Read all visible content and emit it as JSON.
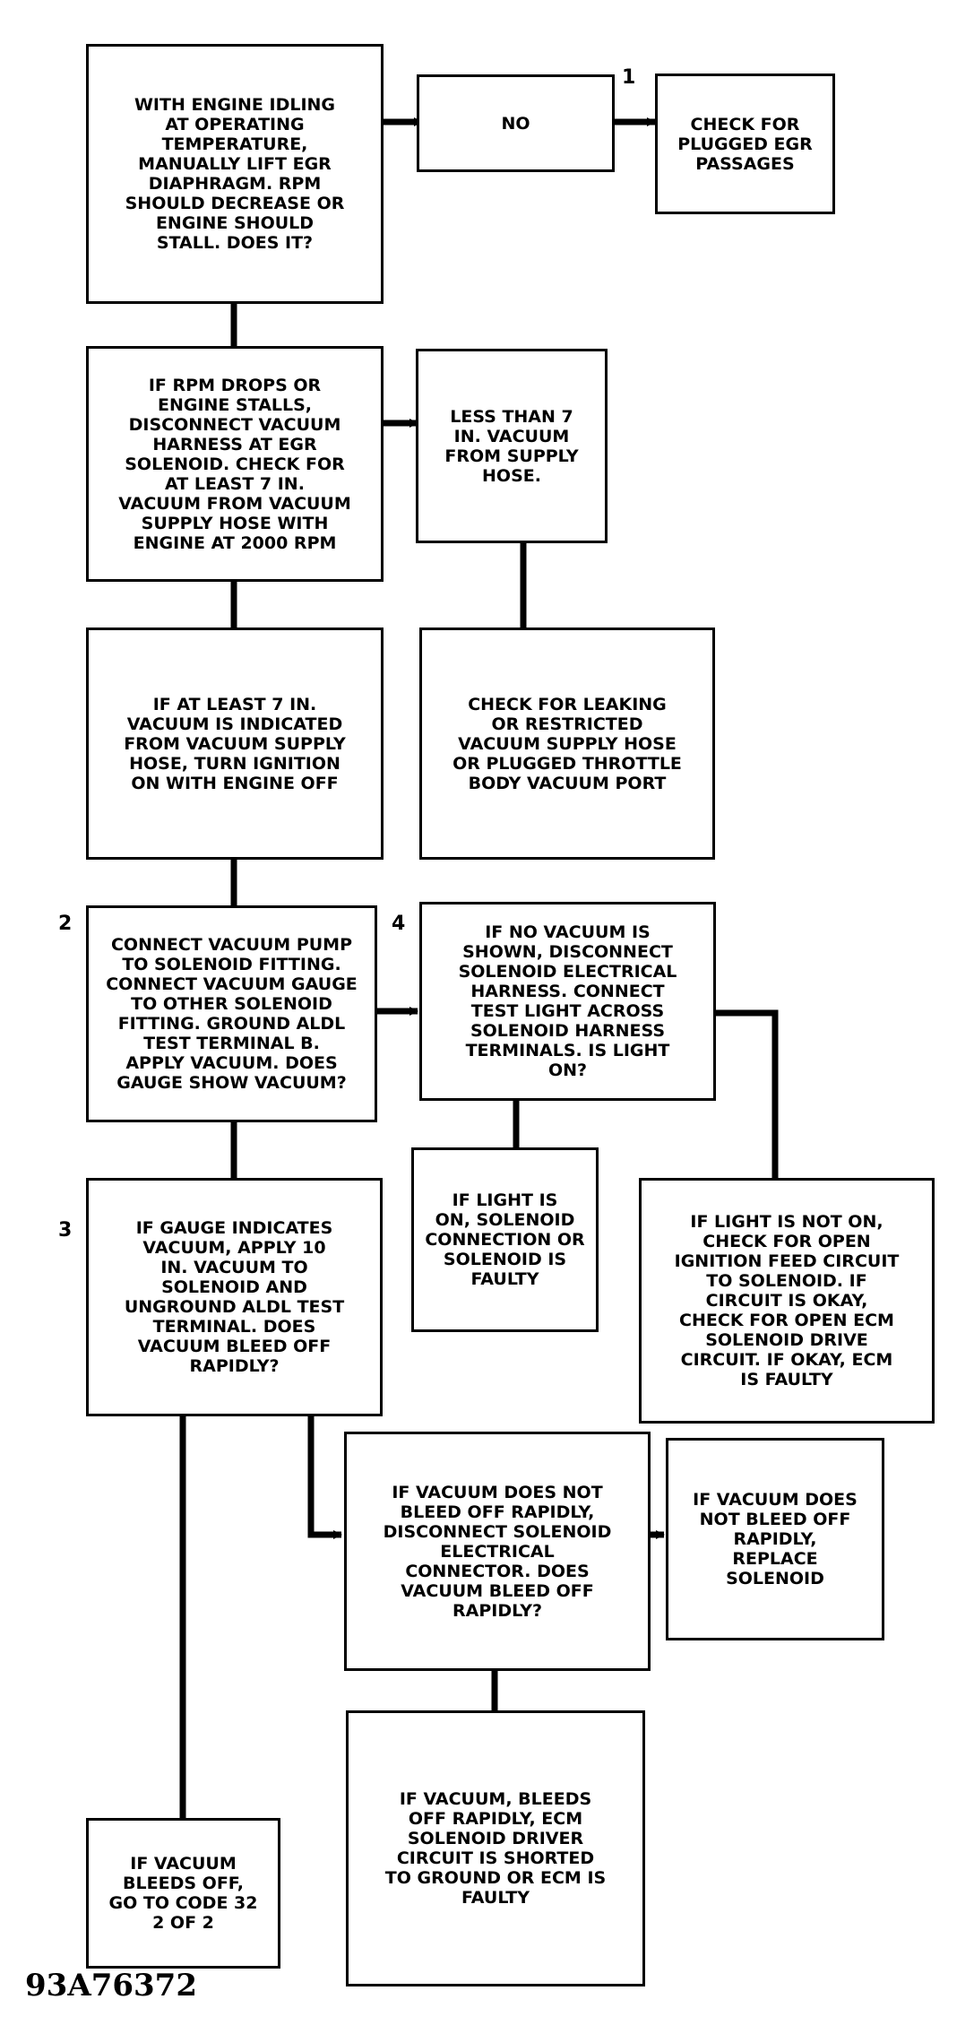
{
  "boxes": {
    "b1": "WITH ENGINE IDLING\nAT OPERATING\nTEMPERATURE,\nMANUALLY LIFT EGR\nDIAPHRAGM. RPM\nSHOULD DECREASE OR\nENGINE SHOULD\nSTALL. DOES IT?",
    "b_no": "NO",
    "b_plugged": "CHECK FOR\nPLUGGED EGR\nPASSAGES",
    "b2": "IF RPM DROPS OR\nENGINE STALLS,\nDISCONNECT VACUUM\nHARNESS AT EGR\nSOLENOID. CHECK FOR\nAT LEAST 7 IN.\nVACUUM FROM VACUUM\nSUPPLY HOSE WITH\nENGINE AT 2000 RPM",
    "b_less7": "LESS THAN 7\nIN. VACUUM\nFROM SUPPLY\nHOSE.",
    "b3": "IF AT LEAST 7 IN.\nVACUUM IS INDICATED\nFROM VACUUM SUPPLY\nHOSE, TURN IGNITION\nON WITH ENGINE OFF",
    "b_leak": "CHECK FOR LEAKING\nOR RESTRICTED\nVACUUM SUPPLY HOSE\nOR PLUGGED THROTTLE\nBODY VACUUM PORT",
    "b4": "CONNECT VACUUM PUMP\nTO SOLENOID FITTING.\nCONNECT VACUUM GAUGE\nTO OTHER SOLENOID\nFITTING. GROUND ALDL\nTEST TERMINAL B.\nAPPLY VACUUM. DOES\nGAUGE SHOW VACUUM?",
    "b_novac": "IF NO VACUUM IS\nSHOWN, DISCONNECT\nSOLENOID ELECTRICAL\nHARNESS. CONNECT\nTEST LIGHT ACROSS\nSOLENOID HARNESS\nTERMINALS. IS LIGHT\nON?",
    "b5": "IF GAUGE INDICATES\nVACUUM, APPLY 10\nIN. VACUUM TO\nSOLENOID AND\nUNGROUND ALDL TEST\nTERMINAL. DOES\nVACUUM BLEED OFF\nRAPIDLY?",
    "b_lighton": "IF LIGHT IS\nON, SOLENOID\nCONNECTION OR\nSOLENOID IS\nFAULTY",
    "b_lightoff": "IF LIGHT IS NOT ON,\nCHECK FOR OPEN\nIGNITION FEED CIRCUIT\nTO SOLENOID. IF\nCIRCUIT IS OKAY,\nCHECK FOR OPEN ECM\nSOLENOID DRIVE\nCIRCUIT. IF OKAY, ECM\nIS FAULTY",
    "b6": "IF VACUUM DOES NOT\nBLEED OFF RAPIDLY,\nDISCONNECT SOLENOID\nELECTRICAL\nCONNECTOR. DOES\nVACUUM BLEED OFF\nRAPIDLY?",
    "b_replace": "IF VACUUM DOES\nNOT BLEED OFF\nRAPIDLY,\nREPLACE\nSOLENOID",
    "b_code32": "IF VACUUM\nBLEEDS OFF,\nGO TO CODE 32\n2 OF 2",
    "b_shorted": "IF VACUUM, BLEEDS\nOFF RAPIDLY, ECM\nSOLENOID DRIVER\nCIRCUIT IS SHORTED\nTO GROUND OR ECM IS\nFAULTY"
  },
  "step_numbers": {
    "n1": "1",
    "n2": "2",
    "n3": "3",
    "n4": "4"
  },
  "figure_id": "93A76372"
}
